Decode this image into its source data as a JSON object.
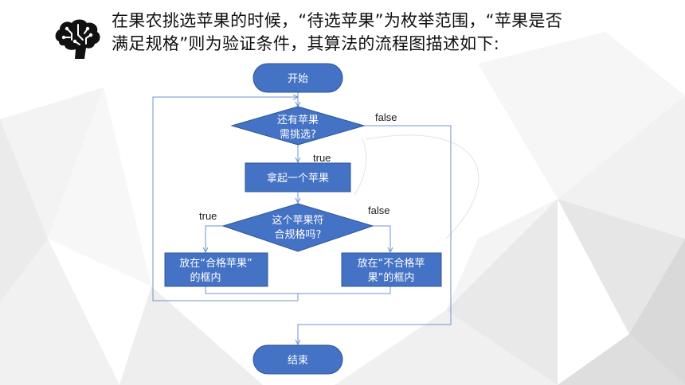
{
  "slide": {
    "heading_line1": "在果农挑选苹果的时候，“待选苹果”为枚举范围，“苹果是否",
    "heading_line2": "满足规格”则为验证条件，其算法的流程图描述如下:",
    "icon": "brain-icon"
  },
  "flowchart": {
    "start": "开始",
    "decision1_line1": "还有苹果",
    "decision1_line2": "需挑选?",
    "process_pick": "拿起一个苹果",
    "decision2_line1": "这个苹果符",
    "decision2_line2": "合规格吗?",
    "process_good_line1": "放在“合格苹果”",
    "process_good_line2": "的框内",
    "process_bad_line1": "放在“不合格苹",
    "process_bad_line2": "果”的框内",
    "end": "结束",
    "label_false_1": "false",
    "label_true_1": "true",
    "label_true_2": "true",
    "label_false_2": "false"
  },
  "colors": {
    "node_fill": "#4472c4",
    "node_stroke": "#2f5597",
    "line": "#6f93cf",
    "text_dark": "#111111"
  }
}
